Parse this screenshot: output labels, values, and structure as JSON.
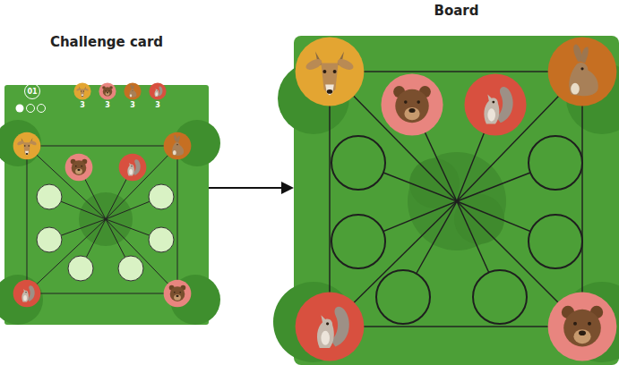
{
  "diagram": {
    "nodes": [
      {
        "text": [
          "Challenge card"
        ]
      },
      {
        "text": [
          "01"
        ],
        "in": 0
      },
      {
        "text": [
          "Board"
        ]
      }
    ],
    "edges": [
      {
        "from": 0,
        "to": 2,
        "arrow": "to"
      }
    ],
    "labels": [
      "3",
      "3",
      "3",
      "3"
    ]
  }
}
